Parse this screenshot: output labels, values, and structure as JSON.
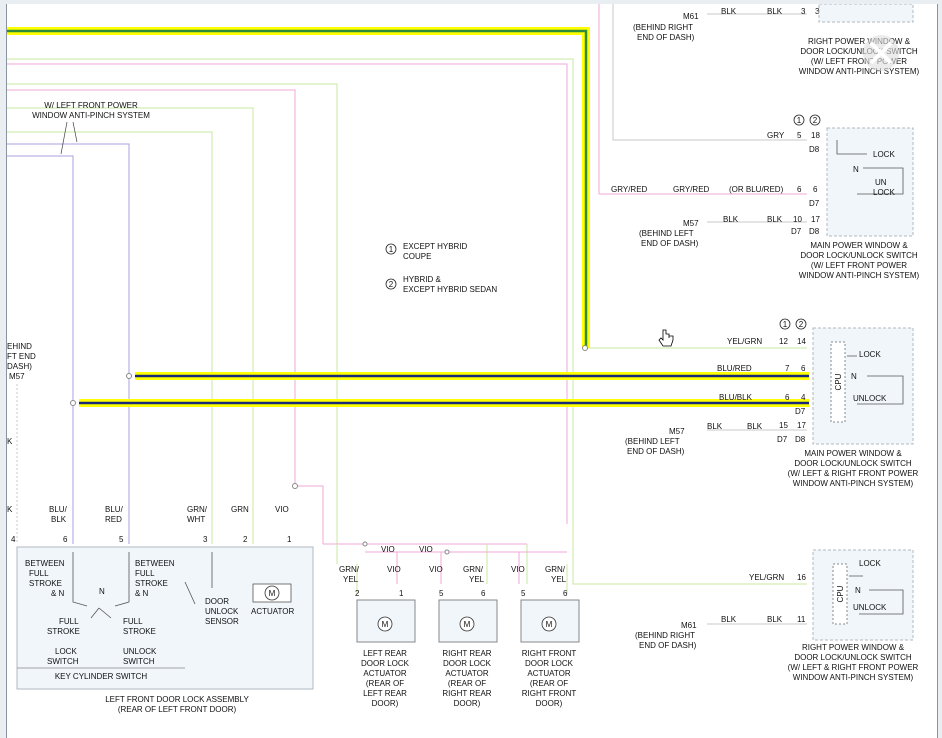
{
  "legend": {
    "n1": "1",
    "n2": "2",
    "item1_l1": "EXCEPT HYBRID",
    "item1_l2": "COUPE",
    "item2_l1": "HYBRID &",
    "item2_l2": "EXCEPT HYBRID SEDAN"
  },
  "top_left_note": {
    "l1": "W/ LEFT FRONT POWER",
    "l2": "WINDOW ANTI-PINCH SYSTEM"
  },
  "left_ground": {
    "l1": "EHIND",
    "l2": "FT END",
    "l3": "DASH)",
    "l4": "M57",
    "k1": "K",
    "k2": "K",
    "p4": "4"
  },
  "top_ground": {
    "id": "M61",
    "l1": "(BEHIND RIGHT",
    "l2": "END OF DASH)",
    "w1": "BLK",
    "w2": "BLK",
    "p1": "3",
    "p2": "3"
  },
  "switch_rpw_top": {
    "l1": "RIGHT POWER WINDOW &",
    "l2": "DOOR LOCK/UNLOCK SWITCH",
    "l3": "(W/ LEFT FRONT POWER",
    "l4": "WINDOW ANTI-PINCH SYSTEM)"
  },
  "switch_main1": {
    "c1": "1",
    "c2": "2",
    "wire1": "GRY",
    "p1a": "5",
    "p1b": "18",
    "conn1": "D8",
    "lock": "LOCK",
    "n": "N",
    "unlock1": "UN",
    "unlock2": "LOCK",
    "wire2a": "GRY/RED",
    "wire2b": "GRY/RED",
    "wire2c": "(OR BLU/RED)",
    "p2a": "6",
    "p2b": "6",
    "conn2": "D7",
    "gnd": "M57",
    "gnd_l1": "(BEHIND LEFT",
    "gnd_l2": "END OF DASH)",
    "w3a": "BLK",
    "w3b": "BLK",
    "p3a": "10",
    "p3b": "17",
    "conn3a": "D7",
    "conn3b": "D8",
    "l1": "MAIN POWER WINDOW &",
    "l2": "DOOR LOCK/UNLOCK SWITCH",
    "l3": "(W/ LEFT FRONT POWER",
    "l4": "WINDOW ANTI-PINCH SYSTEM)"
  },
  "switch_main2": {
    "c1": "1",
    "c2": "2",
    "wire1": "YEL/GRN",
    "p1a": "12",
    "p1b": "14",
    "wire2": "BLU/RED",
    "p2a": "7",
    "p2b": "6",
    "wire3": "BLU/BLK",
    "p3a": "6",
    "p3b": "4",
    "conn3": "D7",
    "cpu": "CPU",
    "lock": "LOCK",
    "n": "N",
    "unlock": "UNLOCK",
    "gnd": "M57",
    "gnd_l1": "(BEHIND LEFT",
    "gnd_l2": "END OF DASH)",
    "w4a": "BLK",
    "w4b": "BLK",
    "p4a": "15",
    "p4b": "17",
    "conn4a": "D7",
    "conn4b": "D8",
    "l1": "MAIN POWER WINDOW &",
    "l2": "DOOR LOCK/UNLOCK SWITCH",
    "l3": "(W/ LEFT & RIGHT FRONT POWER",
    "l4": "WINDOW ANTI-PINCH SYSTEM)"
  },
  "switch_rpw_bottom": {
    "wire1": "YEL/GRN",
    "p1": "16",
    "cpu": "CPU",
    "lock": "LOCK",
    "n": "N",
    "unlock": "UNLOCK",
    "gnd": "M61",
    "gnd_l1": "(BEHIND RIGHT",
    "gnd_l2": "END OF DASH)",
    "w2a": "BLK",
    "w2b": "BLK",
    "p2": "11",
    "l1": "RIGHT POWER WINDOW &",
    "l2": "DOOR LOCK/UNLOCK SWITCH",
    "l3": "(W/ LEFT & RIGHT FRONT POWER",
    "l4": "WINDOW ANTI-PINCH SYSTEM)"
  },
  "assembly": {
    "w_blublk1": "BLU/",
    "w_blublk2": "BLK",
    "p_blublk": "6",
    "w_blured1": "BLU/",
    "w_blured2": "RED",
    "p_blured": "5",
    "w_grnwht1": "GRN/",
    "w_grnwht2": "WHT",
    "p_grnwht": "3",
    "w_grn": "GRN",
    "p_grn": "2",
    "w_vio": "VIO",
    "p_vio": "1",
    "btw1_l1": "BETWEEN",
    "btw1_l2": "FULL",
    "btw1_l3": "STROKE",
    "btw1_l4": "& N",
    "btw2_l1": "BETWEEN",
    "btw2_l2": "FULL",
    "btw2_l3": "STROKE",
    "btw2_l4": "& N",
    "n": "N",
    "full1_l1": "FULL",
    "full1_l2": "STROKE",
    "full2_l1": "FULL",
    "full2_l2": "STROKE",
    "lock_l1": "LOCK",
    "lock_l2": "SWITCH",
    "unlock_l1": "UNLOCK",
    "unlock_l2": "SWITCH",
    "key": "KEY CYLINDER SWITCH",
    "sensor_l1": "DOOR",
    "sensor_l2": "UNLOCK",
    "sensor_l3": "SENSOR",
    "actuator": "ACTUATOR",
    "motor": "M",
    "title_l1": "LEFT FRONT DOOR LOCK ASSEMBLY",
    "title_l2": "(REAR OF LEFT FRONT DOOR)"
  },
  "vio_bus": {
    "v1": "VIO",
    "v2": "VIO"
  },
  "actuators": [
    {
      "wa1": "GRN/",
      "wa2": "YEL",
      "wb": "VIO",
      "pa": "2",
      "pb": "1",
      "motor": "M",
      "l1": "LEFT REAR",
      "l2": "DOOR LOCK",
      "l3": "ACTUATOR",
      "l4": "(REAR OF",
      "l5": "LEFT REAR",
      "l6": "DOOR)"
    },
    {
      "wa": "VIO",
      "wb1": "GRN/",
      "wb2": "YEL",
      "pa": "5",
      "pb": "6",
      "motor": "M",
      "l1": "RIGHT REAR",
      "l2": "DOOR LOCK",
      "l3": "ACTUATOR",
      "l4": "(REAR OF",
      "l5": "RIGHT REAR",
      "l6": "DOOR)"
    },
    {
      "wa": "VIO",
      "wb1": "GRN/",
      "wb2": "YEL",
      "pa": "5",
      "pb": "6",
      "motor": "M",
      "l1": "RIGHT FRONT",
      "l2": "DOOR LOCK",
      "l3": "ACTUATOR",
      "l4": "(REAR OF",
      "l5": "RIGHT FRONT",
      "l6": "DOOR)"
    }
  ],
  "colors": {
    "highlight_yellow": "#ffff00",
    "highlight_green": "#2e8b3a",
    "highlight_navy": "#1a2a7a",
    "wire_pink": "#f0a8d8",
    "wire_green": "#c8e8a0",
    "wire_purple": "#a8a0e0",
    "wire_gray": "#c8c8c8",
    "switch_fill": "#f0f6fa"
  }
}
